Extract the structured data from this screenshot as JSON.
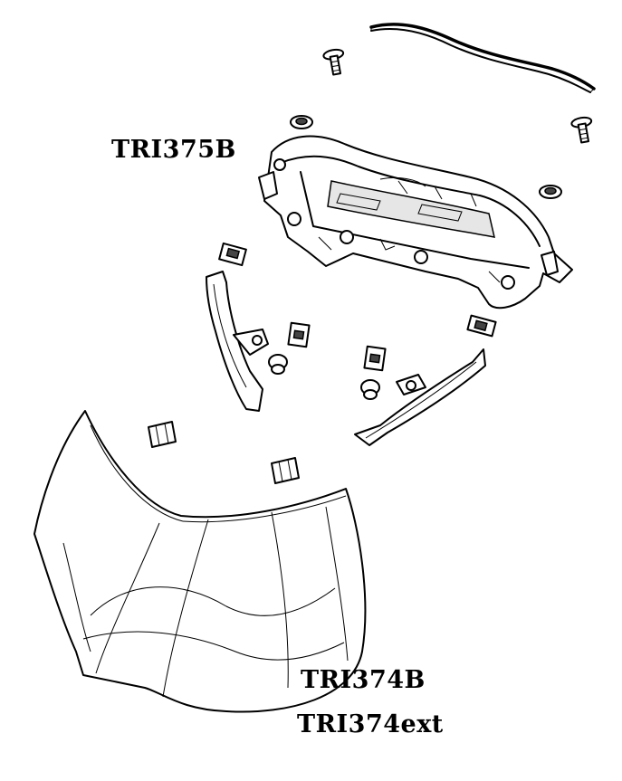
{
  "labels": {
    "bracket": "TRI375B",
    "screen": "TRI374B",
    "screen_ext": "TRI374ext"
  }
}
